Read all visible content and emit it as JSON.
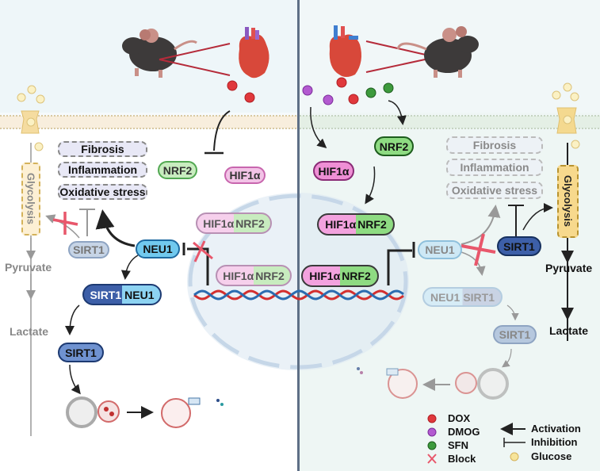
{
  "colors": {
    "dox": "#e0383c",
    "dmog": "#a845c6",
    "sfn": "#2e8a2e",
    "block": "#e8576b",
    "glucose": "#f6e49a",
    "hif1a": "#e592d0",
    "nrf2": "#86d58a",
    "neu1": "#6cc4ea",
    "sirt1": "#3d5fa8"
  },
  "left_panel": {
    "outcomes": [
      "Fibrosis",
      "Inflammation",
      "Oxidative stress"
    ],
    "nrf2": "NRF2",
    "hif1a": "HIF1α",
    "complex1": {
      "a": "HIF1α",
      "b": "NRF2"
    },
    "complex2": {
      "a": "HIF1α",
      "b": "NRF2"
    },
    "neu1": "NEU1",
    "sirt1_faded": "SIRT1",
    "sirt1_neu1_complex": {
      "a": "SIRT1",
      "b": "NEU1"
    },
    "sirt1": "SIRT1",
    "glycolysis": "Glycolysis",
    "pyruvate": "Pyruvate",
    "lactate": "Lactate"
  },
  "right_panel": {
    "outcomes": [
      "Fibrosis",
      "Inflammation",
      "Oxidative stress"
    ],
    "nrf2": "NRF2",
    "hif1a": "HIF1α",
    "complex1": {
      "a": "HIF1α",
      "b": "NRF2"
    },
    "complex2": {
      "a": "HIF1α",
      "b": "NRF2"
    },
    "neu1": "NEU1",
    "sirt1": "SIRT1",
    "neu1_sirt1_complex": {
      "a": "NEU1",
      "b": "SIRT1"
    },
    "sirt1_faded": "SIRT1",
    "glycolysis": "Glycolysis",
    "pyruvate": "Pyruvate",
    "lactate": "Lactate"
  },
  "legend": {
    "items": [
      {
        "label": "DOX",
        "symbol": "red-dot"
      },
      {
        "label": "DMOG",
        "symbol": "purple-dot"
      },
      {
        "label": "SFN",
        "symbol": "green-dot"
      },
      {
        "label": "Block",
        "symbol": "pink-cross"
      }
    ],
    "arrows": [
      {
        "label": "Activation",
        "symbol": "arrow"
      },
      {
        "label": "Inhibition",
        "symbol": "inhibition-bar"
      },
      {
        "label": "Glucose",
        "symbol": "yellow-dot"
      }
    ]
  }
}
